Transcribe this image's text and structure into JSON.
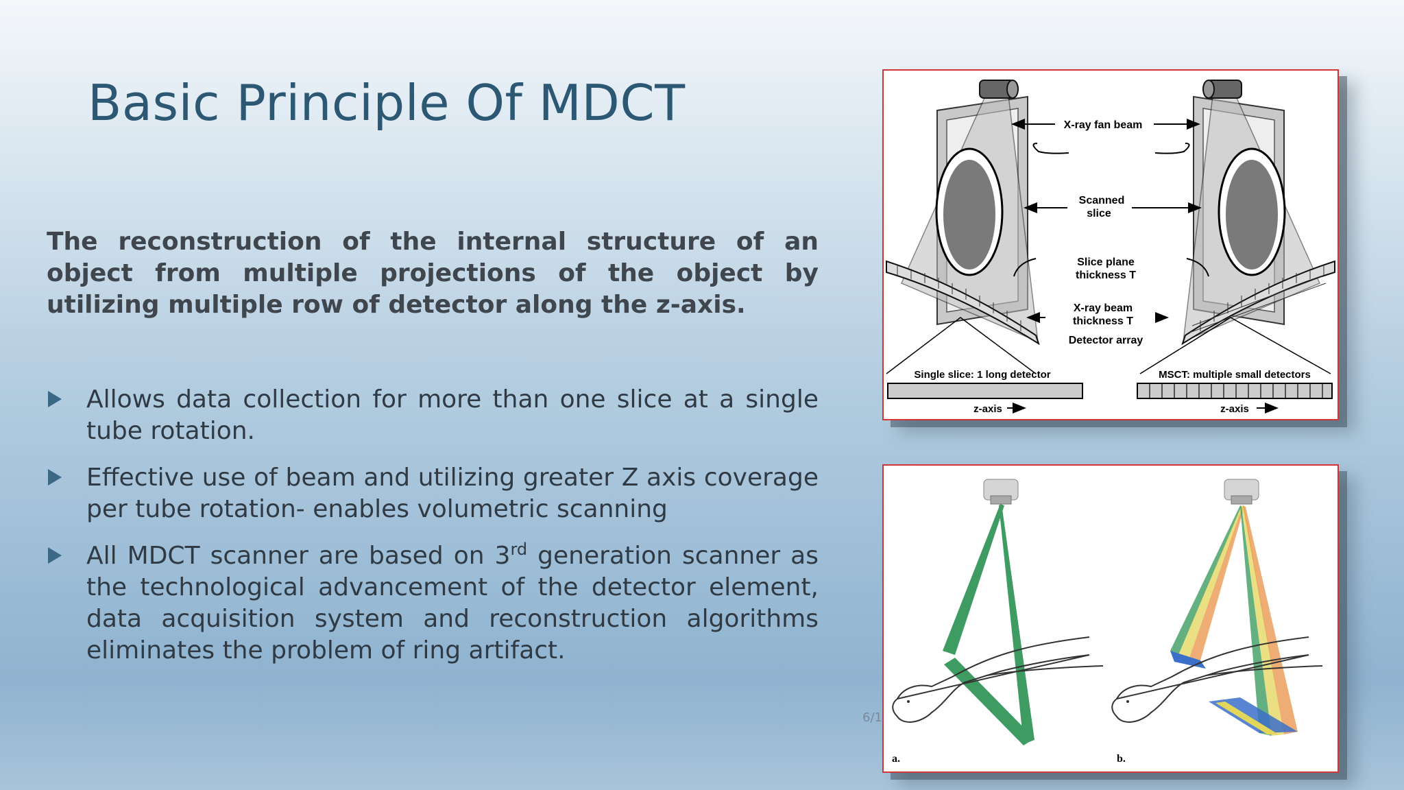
{
  "slide": {
    "title": "Basic Principle Of MDCT",
    "intro": "The reconstruction of the internal structure of an object from multiple projections of the object by utilizing multiple row of detector along the z-axis.",
    "bullets": [
      {
        "text": "Allows data collection for more than one slice at a single tube rotation."
      },
      {
        "text": "Effective use of beam and utilizing greater Z axis coverage per tube rotation- enables volumetric scanning"
      },
      {
        "text_before": "All MDCT  scanner are based on 3",
        "superscript": "rd",
        "text_after": " generation scanner as the technological advancement of the detector element, data acquisition system and reconstruction algorithms eliminates the problem of ring artifact."
      }
    ],
    "page_number": "6/1"
  },
  "figure_top": {
    "labels": {
      "fan_beam": "X-ray fan beam",
      "scanned_slice_1": "Scanned",
      "scanned_slice_2": "slice",
      "slice_plane_1": "Slice plane",
      "slice_plane_2": "thickness T",
      "beam_thickness_1": "X-ray beam",
      "beam_thickness_2": "thickness T",
      "detector_array": "Detector array",
      "single_slice": "Single slice: 1 long detector",
      "msct": "MSCT: multiple small detectors",
      "z_axis_left": "z-axis",
      "z_axis_right": "z-axis"
    }
  },
  "figure_bottom": {
    "label_a": "a.",
    "label_b": "b."
  },
  "colors": {
    "title": "#2d5874",
    "frame_border": "#d23636",
    "beam_green": "#3e9c62",
    "bullet_marker": "#3b6884"
  }
}
